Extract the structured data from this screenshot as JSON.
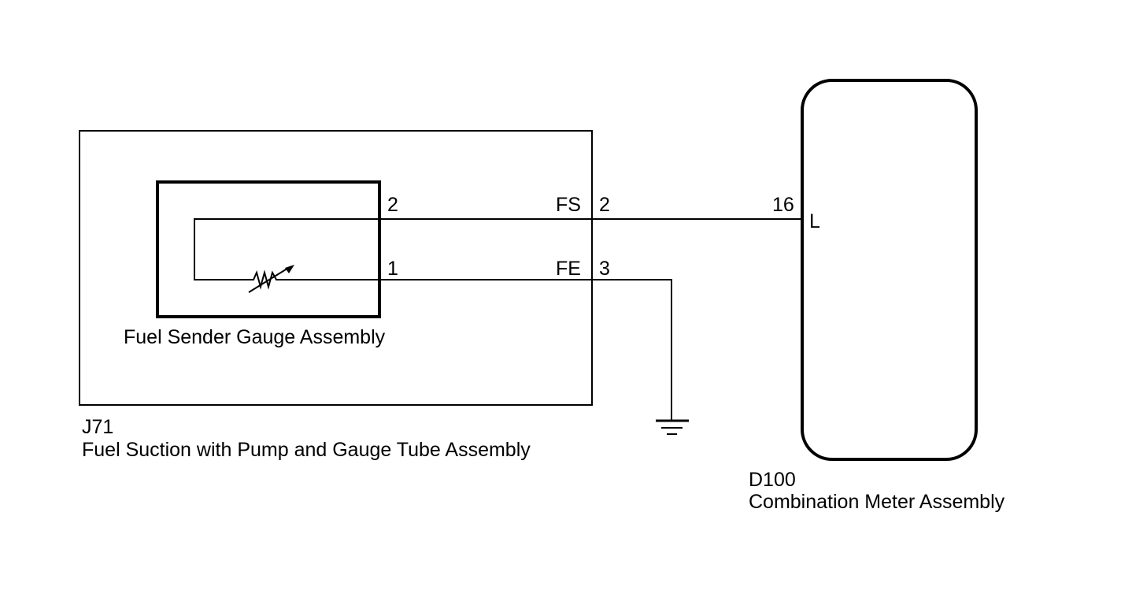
{
  "components": {
    "j71": {
      "code": "J71",
      "name": "Fuel Suction with Pump and Gauge Tube Assembly"
    },
    "sender": {
      "name": "Fuel Sender Gauge Assembly",
      "pin_top": "2",
      "pin_bottom": "1"
    },
    "d100": {
      "code": "D100",
      "name": "Combination Meter Assembly",
      "pin": "16",
      "terminal": "L"
    }
  },
  "connector": {
    "fs_signal": "FS",
    "fs_pin": "2",
    "fe_signal": "FE",
    "fe_pin": "3"
  },
  "icons": {
    "resistor": "variable-resistor-icon",
    "ground": "ground-icon"
  },
  "colors": {
    "line": "#000000",
    "background": "#ffffff"
  }
}
